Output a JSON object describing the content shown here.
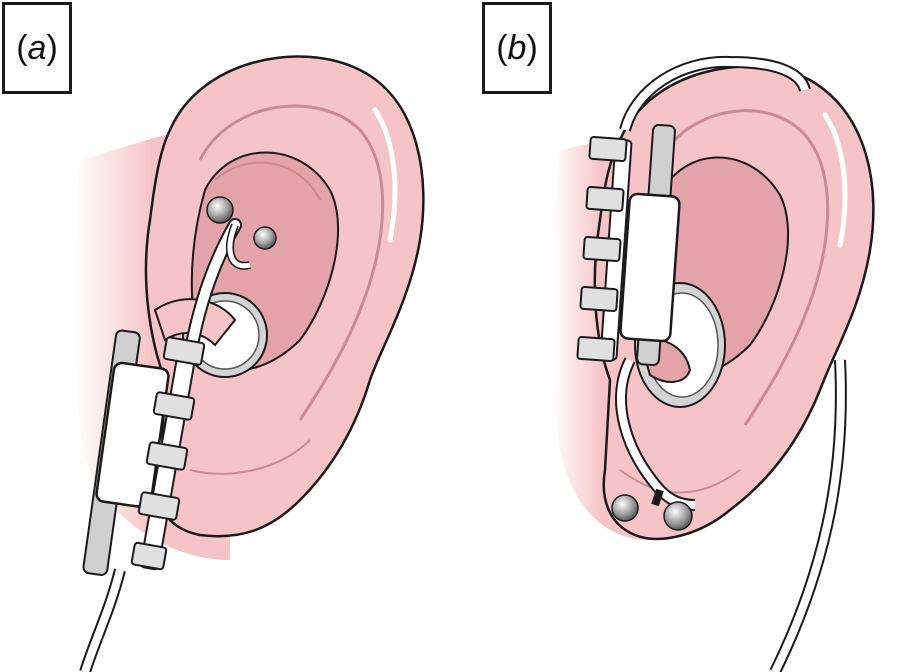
{
  "panels": [
    {
      "id": "a",
      "label_open": "(",
      "label_letter": "a",
      "label_close": ")"
    },
    {
      "id": "b",
      "label_open": "(",
      "label_letter": "b",
      "label_close": ")"
    }
  ],
  "colors": {
    "skin": "#f6c4c6",
    "skin_shadow": "#e4a3a8",
    "skin_deep": "#c98a90",
    "outline": "#1a1a1a",
    "device_gray": "#cfcfcf",
    "device_light": "#e8e8e8",
    "cable_white": "#ffffff",
    "electrode_gray": "#8a8a8a"
  }
}
